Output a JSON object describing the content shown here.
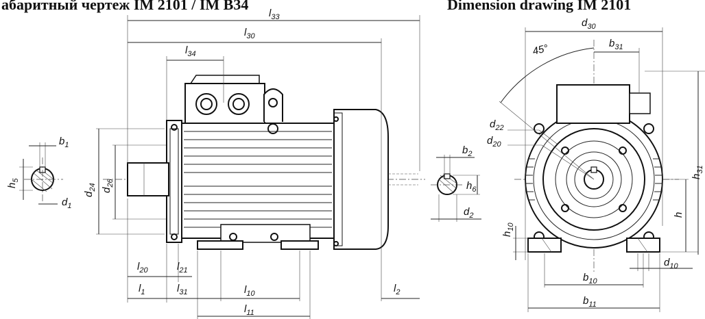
{
  "titles": {
    "left": "абаритный чертеж IM 2101 / IM B34",
    "right": "Dimension drawing IM 2101"
  },
  "side_view_labels": {
    "l33": "l",
    "l33_sub": "33",
    "l30": "l",
    "l30_sub": "30",
    "l34": "l",
    "l34_sub": "34",
    "l20": "l",
    "l20_sub": "20",
    "l21": "l",
    "l21_sub": "21",
    "l1": "l",
    "l1_sub": "1",
    "l31": "l",
    "l31_sub": "31",
    "l10": "l",
    "l10_sub": "10",
    "l11": "l",
    "l11_sub": "11",
    "l2": "l",
    "l2_sub": "2",
    "d24": "d",
    "d24_sub": "24",
    "d26": "d",
    "d26_sub": "26"
  },
  "shaft_left_labels": {
    "b1": "b",
    "b1_sub": "1",
    "h5": "h",
    "h5_sub": "5",
    "d1": "d",
    "d1_sub": "1"
  },
  "shaft_right_labels": {
    "b2": "b",
    "b2_sub": "2",
    "h6": "h",
    "h6_sub": "6",
    "d2": "d",
    "d2_sub": "2"
  },
  "front_view_labels": {
    "d30": "d",
    "d30_sub": "30",
    "b31": "b",
    "b31_sub": "31",
    "angle": "45°",
    "d22": "d",
    "d22_sub": "22",
    "d20": "d",
    "d20_sub": "20",
    "h31": "h",
    "h31_sub": "31",
    "h": "h",
    "h10": "h",
    "h10_sub": "10",
    "b10": "b",
    "b10_sub": "10",
    "d10": "d",
    "d10_sub": "10",
    "b11": "b",
    "b11_sub": "11"
  }
}
